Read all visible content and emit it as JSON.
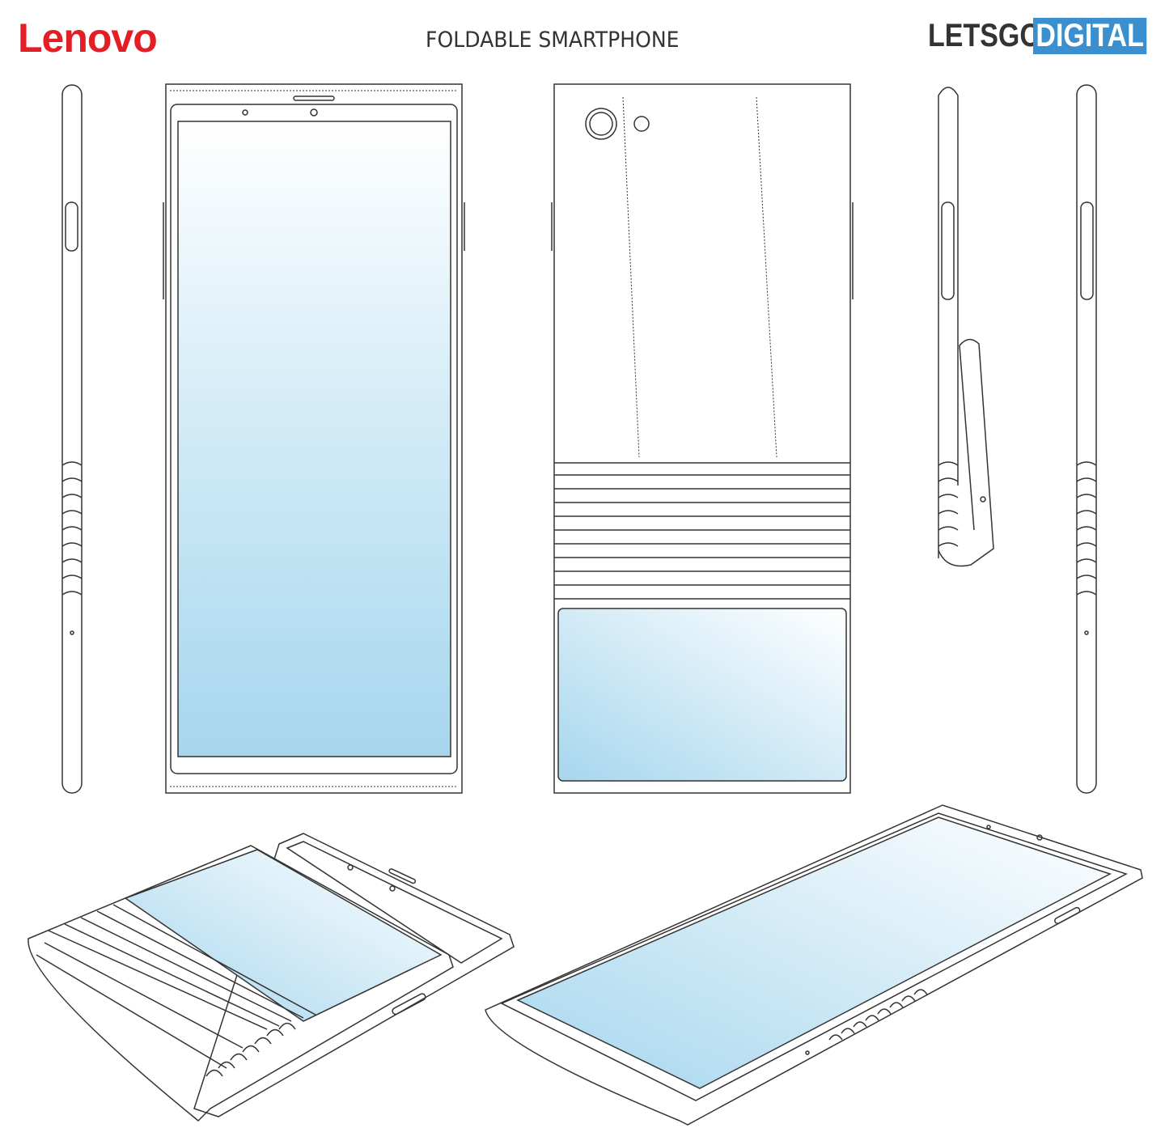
{
  "header": {
    "brand_logo": "Lenovo",
    "title": "FOLDABLE SMARTPHONE",
    "source_logo_part1": "LETSGO",
    "source_logo_part2": "DIGITAL"
  },
  "colors": {
    "brand_red": "#e31e24",
    "source_blue": "#3b8fcf",
    "screen_blue": "#a6d6ee",
    "line": "#333333"
  }
}
